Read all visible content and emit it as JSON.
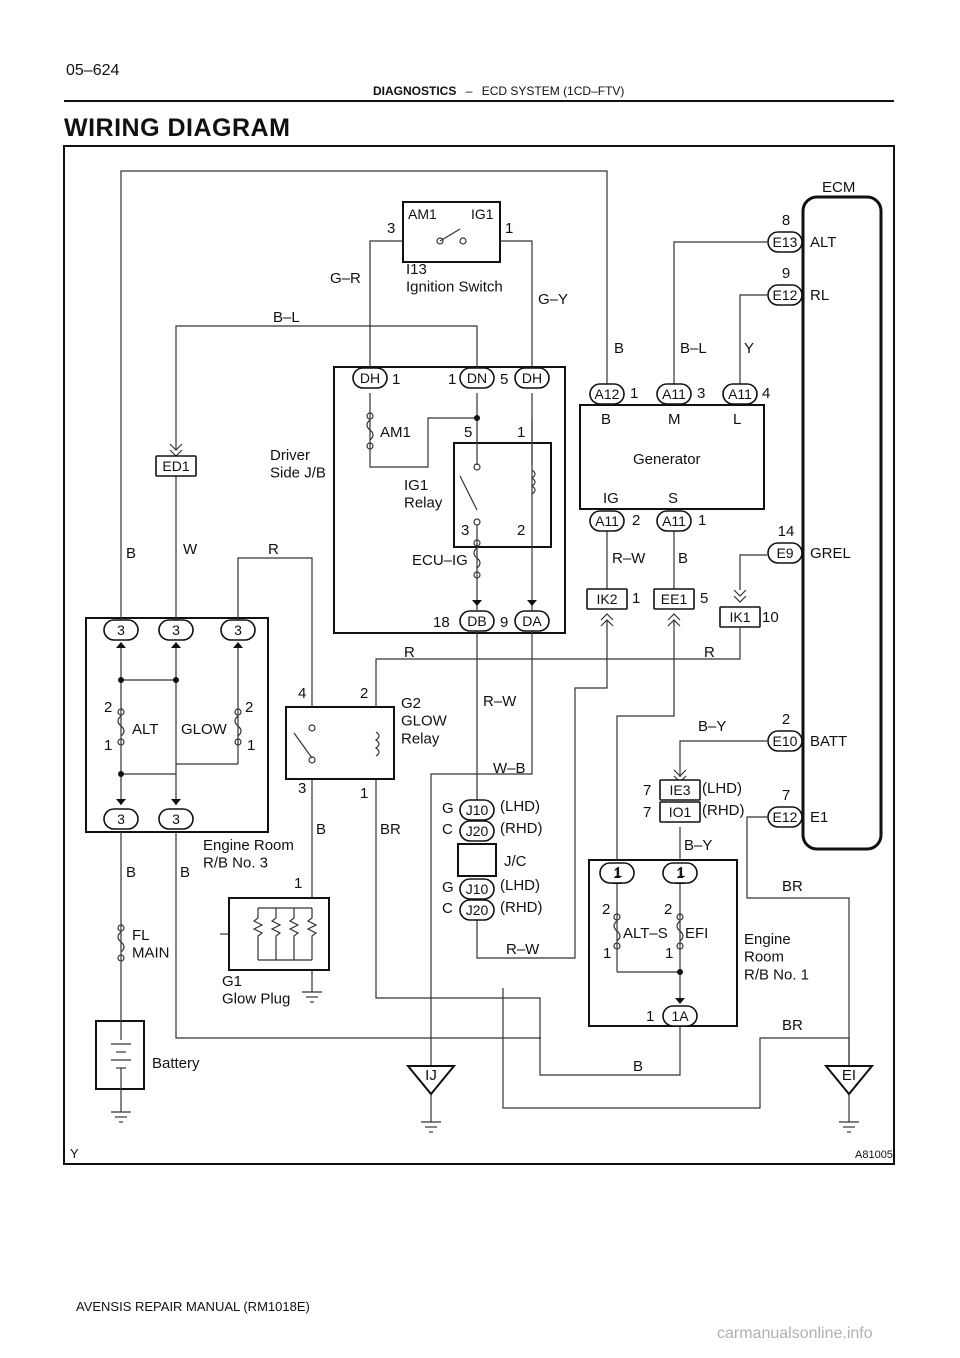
{
  "header": {
    "page_number": "05–624",
    "section": "DIAGNOSTICS",
    "dash": "–",
    "system": "ECD SYSTEM (1CD–FTV)"
  },
  "title": "WIRING DIAGRAM",
  "footer": {
    "manual": "AVENSIS REPAIR MANUAL   (RM1018E)",
    "watermark": "carmanualsonline.info"
  },
  "figure": {
    "corner_left": "Y",
    "figure_id": "A81005"
  },
  "components": {
    "ecm": "ECM",
    "ignition_switch": {
      "label": "I13\nIgnition Switch",
      "pins": [
        "AM1",
        "IG1",
        "3",
        "1"
      ]
    },
    "driver_jb": "Driver\nSide J/B",
    "am1_fuse": "AM1",
    "ig1_relay": "IG1\nRelay",
    "ecu_ig_fuse": "ECU–IG",
    "generator": "Generator",
    "generator_terms": [
      "B",
      "M",
      "L",
      "IG",
      "S"
    ],
    "glow_relay": "G2\nGLOW\nRelay",
    "glow_plug": "G1\nGlow Plug",
    "engine_rb3": "Engine Room\nR/B No. 3",
    "engine_rb1": "Engine\nRoom\nR/B No. 1",
    "jc": "J/C",
    "battery": "Battery",
    "fl_main": "FL\nMAIN",
    "fuses_rb3": [
      "ALT",
      "GLOW"
    ],
    "fuses_rb1": [
      "ALT–S",
      "EFI"
    ]
  },
  "ecm_terminals": [
    {
      "pin": "8",
      "connector": "E13",
      "signal": "ALT"
    },
    {
      "pin": "9",
      "connector": "E12",
      "signal": "RL"
    },
    {
      "pin": "14",
      "connector": "E9",
      "signal": "GREL"
    },
    {
      "pin": "2",
      "connector": "E10",
      "signal": "BATT"
    },
    {
      "pin": "7",
      "connector": "E12",
      "signal": "E1"
    }
  ],
  "connectors": [
    "ED1",
    "DH",
    "DN",
    "DH",
    "DB",
    "DA",
    "A12",
    "A11",
    "A11",
    "A11",
    "A11",
    "IK2",
    "EE1",
    "IK1",
    "IE3",
    "IO1",
    "J10",
    "J20",
    "J10",
    "J20",
    "1A",
    "1",
    "1"
  ],
  "wire_colors": [
    "G–R",
    "G–Y",
    "B–L",
    "B",
    "B–L",
    "Y",
    "W",
    "B",
    "R–W",
    "B",
    "R",
    "R",
    "R",
    "R–W",
    "W–B",
    "B–Y",
    "B–Y",
    "BR",
    "BR",
    "B",
    "R–W",
    "BR",
    "B",
    "B",
    "B"
  ],
  "grounds": [
    "IJ",
    "EI"
  ],
  "variants": [
    "(LHD)",
    "(RHD)",
    "(LHD)",
    "(RHD)",
    "(LHD)",
    "(RHD)"
  ],
  "pin_numbers": [
    "1",
    "1",
    "5",
    "5",
    "1",
    "3",
    "2",
    "18",
    "9",
    "1",
    "3",
    "4",
    "2",
    "1",
    "1",
    "5",
    "10",
    "3",
    "3",
    "3",
    "2",
    "1",
    "2",
    "1",
    "3",
    "3",
    "4",
    "2",
    "3",
    "1",
    "1",
    "2",
    "1",
    "2",
    "1",
    "1",
    "1",
    "1",
    "7",
    "7",
    "G",
    "C",
    "G",
    "C"
  ]
}
